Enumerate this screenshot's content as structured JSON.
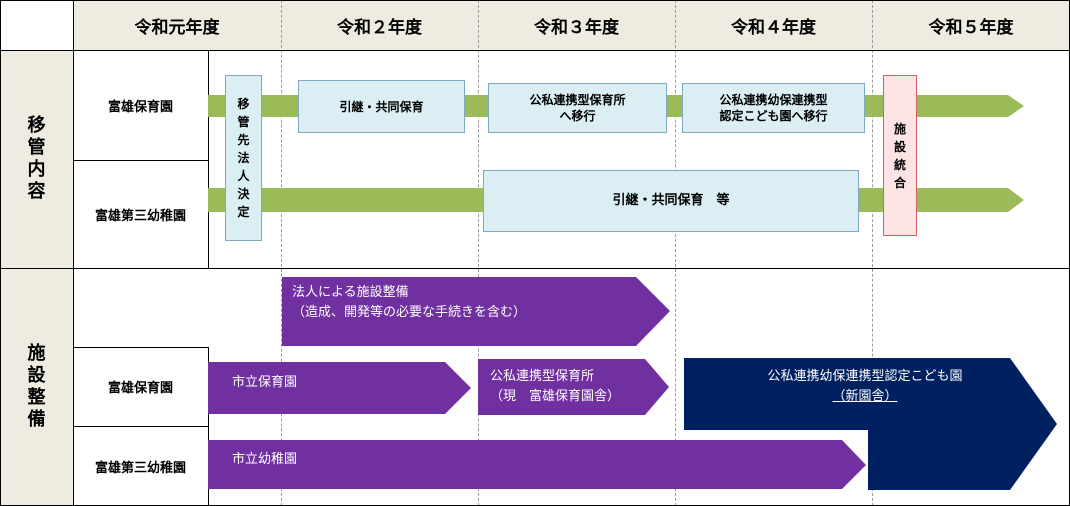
{
  "years": [
    "令和元年度",
    "令和２年度",
    "令和３年度",
    "令和４年度",
    "令和５年度"
  ],
  "sections": {
    "transfer": [
      "移",
      "管",
      "内",
      "容"
    ],
    "facility": [
      "施",
      "設",
      "整",
      "備"
    ]
  },
  "rows": {
    "tomio_hoikuen": "富雄保育園",
    "tomio_youchien": "富雄第三幼稚園"
  },
  "transfer_boxes": {
    "decision": [
      "移",
      "管",
      "先",
      "法",
      "人",
      "決",
      "定"
    ],
    "handover_1": "引継・共同保育",
    "public_private_1": "公私連携型保育所",
    "public_private_2": "へ移行",
    "kodomo_1": "公私連携幼保連携型",
    "kodomo_2": "認定こども園へ移行",
    "integration": [
      "施",
      "設",
      "統",
      "合"
    ],
    "handover_2": "引継・共同保育　等"
  },
  "facility_arrows": {
    "corp_1": "法人による施設整備",
    "corp_2": "（造成、開発等の必要な手続きを含む）",
    "city_hoikuen": "市立保育園",
    "pp_1": "公私連携型保育所",
    "pp_2": "（現　富雄保育園舎）",
    "city_youchien": "市立幼稚園",
    "kodomo_1": "公私連携幼保連携型認定こども園",
    "kodomo_2": "（新園舎）"
  },
  "colors": {
    "header_bg": "#eeece1",
    "green_arrow": "#9bbb59",
    "purple_arrow": "#7030a0",
    "navy_arrow": "#002060",
    "box_bg": "#dbeef3",
    "integration_bg": "#fce4e4",
    "integration_border": "#d06060"
  }
}
